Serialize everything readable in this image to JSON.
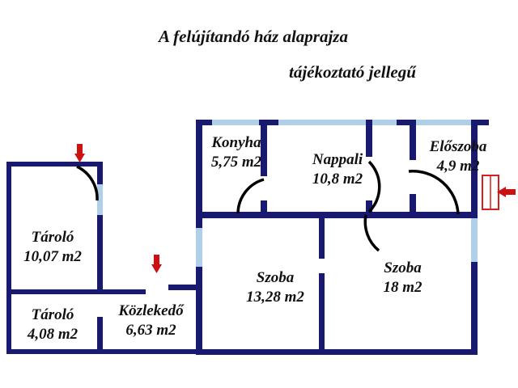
{
  "document": {
    "type": "floor-plan",
    "language": "hu",
    "title_line1": "A felújítandó ház alaprajza",
    "title_line2": "tájékoztató jellegű"
  },
  "colors": {
    "wall": "#191970",
    "window": "#b0cfe8",
    "door_arc": "#000000",
    "entrance_marker": "#d42020",
    "arrow": "#cc1111",
    "text": "#111111",
    "background": "#ffffff"
  },
  "rooms": [
    {
      "id": "taroloe-10",
      "name": "Tároló",
      "area": "10,07 m2"
    },
    {
      "id": "tarolo-4",
      "name": "Tároló",
      "area": "4,08 m2"
    },
    {
      "id": "kozlekedo",
      "name": "Közlekedő",
      "area": "6,63 m2"
    },
    {
      "id": "konyha",
      "name": "Konyha",
      "area": "5,75 m2"
    },
    {
      "id": "nappali",
      "name": "Nappali",
      "area": "10,8 m2"
    },
    {
      "id": "eloszoba",
      "name": "Előszoba",
      "area": "4,9 m2"
    },
    {
      "id": "szoba-13",
      "name": "Szoba",
      "area": "13,28 m2"
    },
    {
      "id": "szoba-18",
      "name": "Szoba",
      "area": "18 m2"
    }
  ],
  "markers": {
    "arrow_down_1": "down-arrow",
    "arrow_down_2": "down-arrow",
    "arrow_left_entrance": "left-arrow",
    "entrance_door": "entrance-door-marker"
  }
}
